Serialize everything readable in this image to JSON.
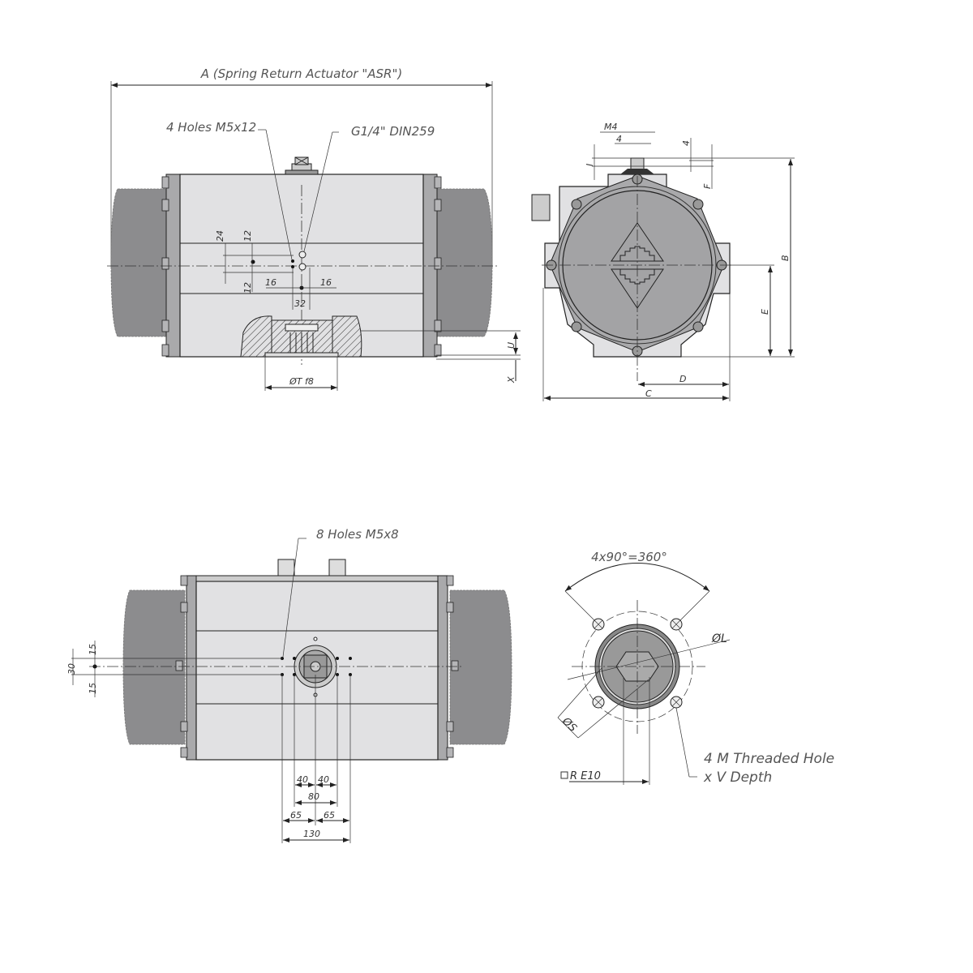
{
  "top_view": {
    "overall_length_label": "A (Spring Return Actuator \"ASR\")",
    "holes_label": "4 Holes M5x12",
    "port_label": "G1/4\" DIN259",
    "dims": {
      "d24": "24",
      "d12a": "12",
      "d12b": "12",
      "d16a": "16",
      "d16b": "16",
      "d32": "32",
      "shaft": "ØT f8",
      "u": "U",
      "x": "X"
    }
  },
  "side_view": {
    "dims": {
      "m4": "M4",
      "four_a": "4",
      "four_b": "4",
      "i": "I",
      "f": "F",
      "b": "B",
      "e": "E",
      "d": "D",
      "c": "C"
    }
  },
  "bottom_view": {
    "holes_label": "8 Holes M5x8",
    "dims": {
      "d15a": "15",
      "d30": "30",
      "d15b": "15",
      "d40a": "40",
      "d40b": "40",
      "d80": "80",
      "d65a": "65",
      "d65b": "65",
      "d130": "130"
    }
  },
  "flange_view": {
    "angle_label": "4x90°=360°",
    "bolt_circle_label": "ØL",
    "spigot_label": "ØS",
    "square_label": "R E10",
    "threaded_hole_label_line1": "4 M Threaded Hole",
    "threaded_hole_label_line2": "x V Depth"
  },
  "colors": {
    "body": "#e1e1e3",
    "cap": "#8c8c8e",
    "face": "#a3a3a5"
  }
}
